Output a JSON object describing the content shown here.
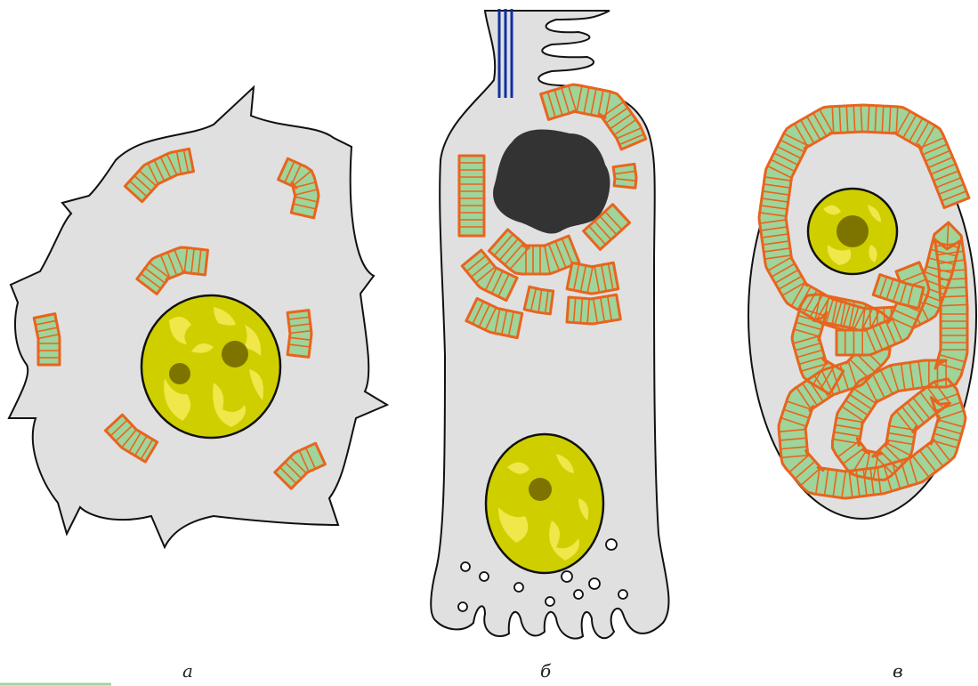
{
  "figure": {
    "panel_labels": [
      "а",
      "б",
      "в"
    ]
  },
  "colors": {
    "cytoplasm": "#e0e0e0",
    "outline": "#111111",
    "mitochondrion_fill": "#9fd49a",
    "mitochondrion_edge": "#e8641e",
    "nucleus": "#cfcf00",
    "nucleus_pattern": "#f0e74a",
    "nucleolus": "#7d7400",
    "dark_body": "#333333",
    "filament": "#1030a0",
    "bottom_line": "#9fd49a"
  },
  "icons": [
    "cell-outline",
    "mitochondrion",
    "nucleus",
    "nucleolus"
  ]
}
